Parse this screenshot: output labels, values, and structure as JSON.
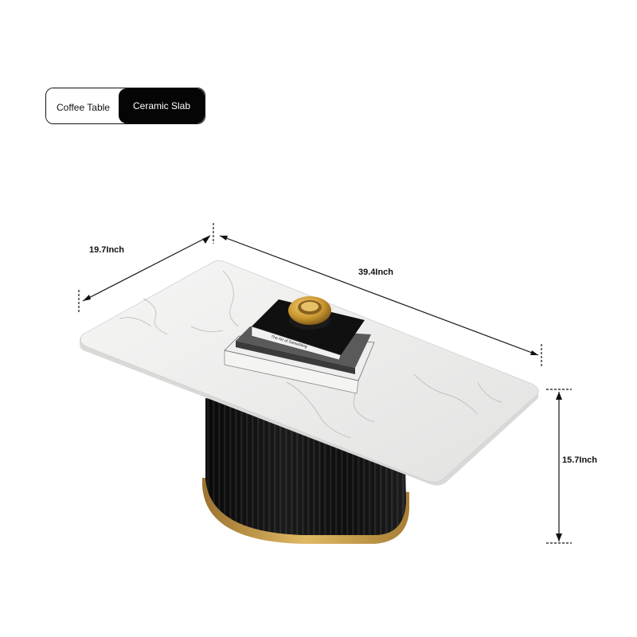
{
  "tabs": {
    "coffee_table": "Coffee Table",
    "ceramic_slab": "Ceramic Slab"
  },
  "dimensions": {
    "depth": "19.7Inch",
    "width": "39.4Inch",
    "height": "15.7Inch"
  },
  "book_spine": "The Art of Something",
  "colors": {
    "tab_active_bg": "#050505",
    "base_black": "#141414",
    "gold_trim": "#c69a45",
    "marble": "#efefee"
  }
}
